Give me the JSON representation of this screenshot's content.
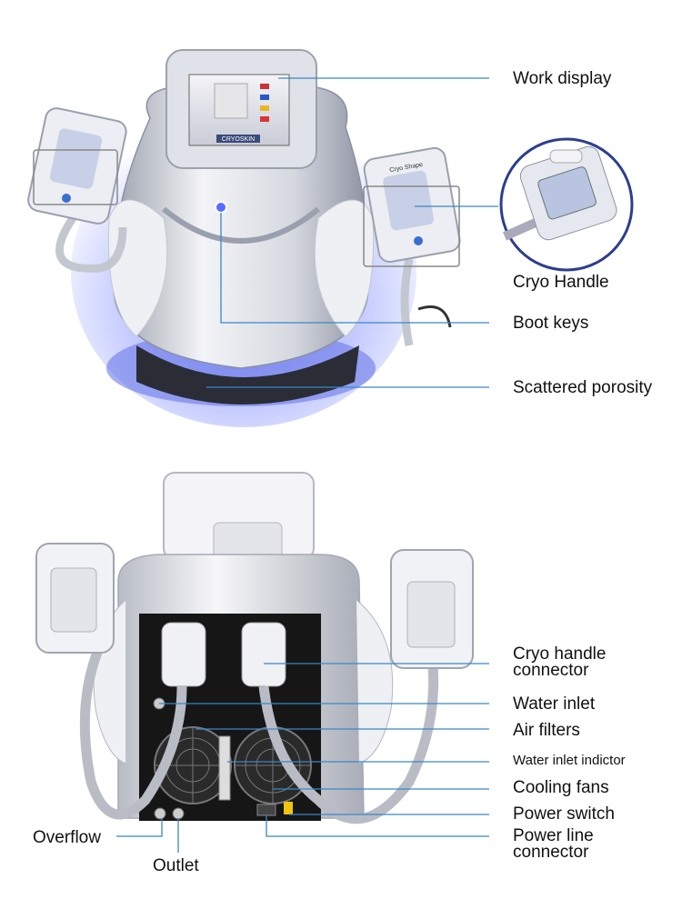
{
  "top_device": {
    "screen_logo": "CRYOSKIN",
    "handle_logo": "Cryo Shape",
    "callouts": [
      {
        "id": "work-display",
        "text": "Work display"
      },
      {
        "id": "cryo-handle",
        "text": "Cryo Handle"
      },
      {
        "id": "boot-keys",
        "text": "Boot keys"
      },
      {
        "id": "scattered-porosity",
        "text": "Scattered porosity"
      }
    ]
  },
  "bottom_device": {
    "callouts": [
      {
        "id": "cryo-handle-connector",
        "text": "Cryo handle\nconnector"
      },
      {
        "id": "water-inlet",
        "text": "Water inlet"
      },
      {
        "id": "air-filters",
        "text": "Air filters"
      },
      {
        "id": "water-inlet-indictor",
        "text": "Water inlet indictor"
      },
      {
        "id": "cooling-fans",
        "text": "Cooling fans"
      },
      {
        "id": "power-switch",
        "text": "Power switch"
      },
      {
        "id": "power-line-connector",
        "text": "Power line\nconnector"
      },
      {
        "id": "overflow",
        "text": "Overflow"
      },
      {
        "id": "outlet",
        "text": "Outlet"
      }
    ]
  },
  "colors": {
    "callout_line": "#3a87c8",
    "body_silver": "#c8ccd4",
    "glow_blue": "#5a6cff",
    "panel_black": "#1a1a1a"
  }
}
